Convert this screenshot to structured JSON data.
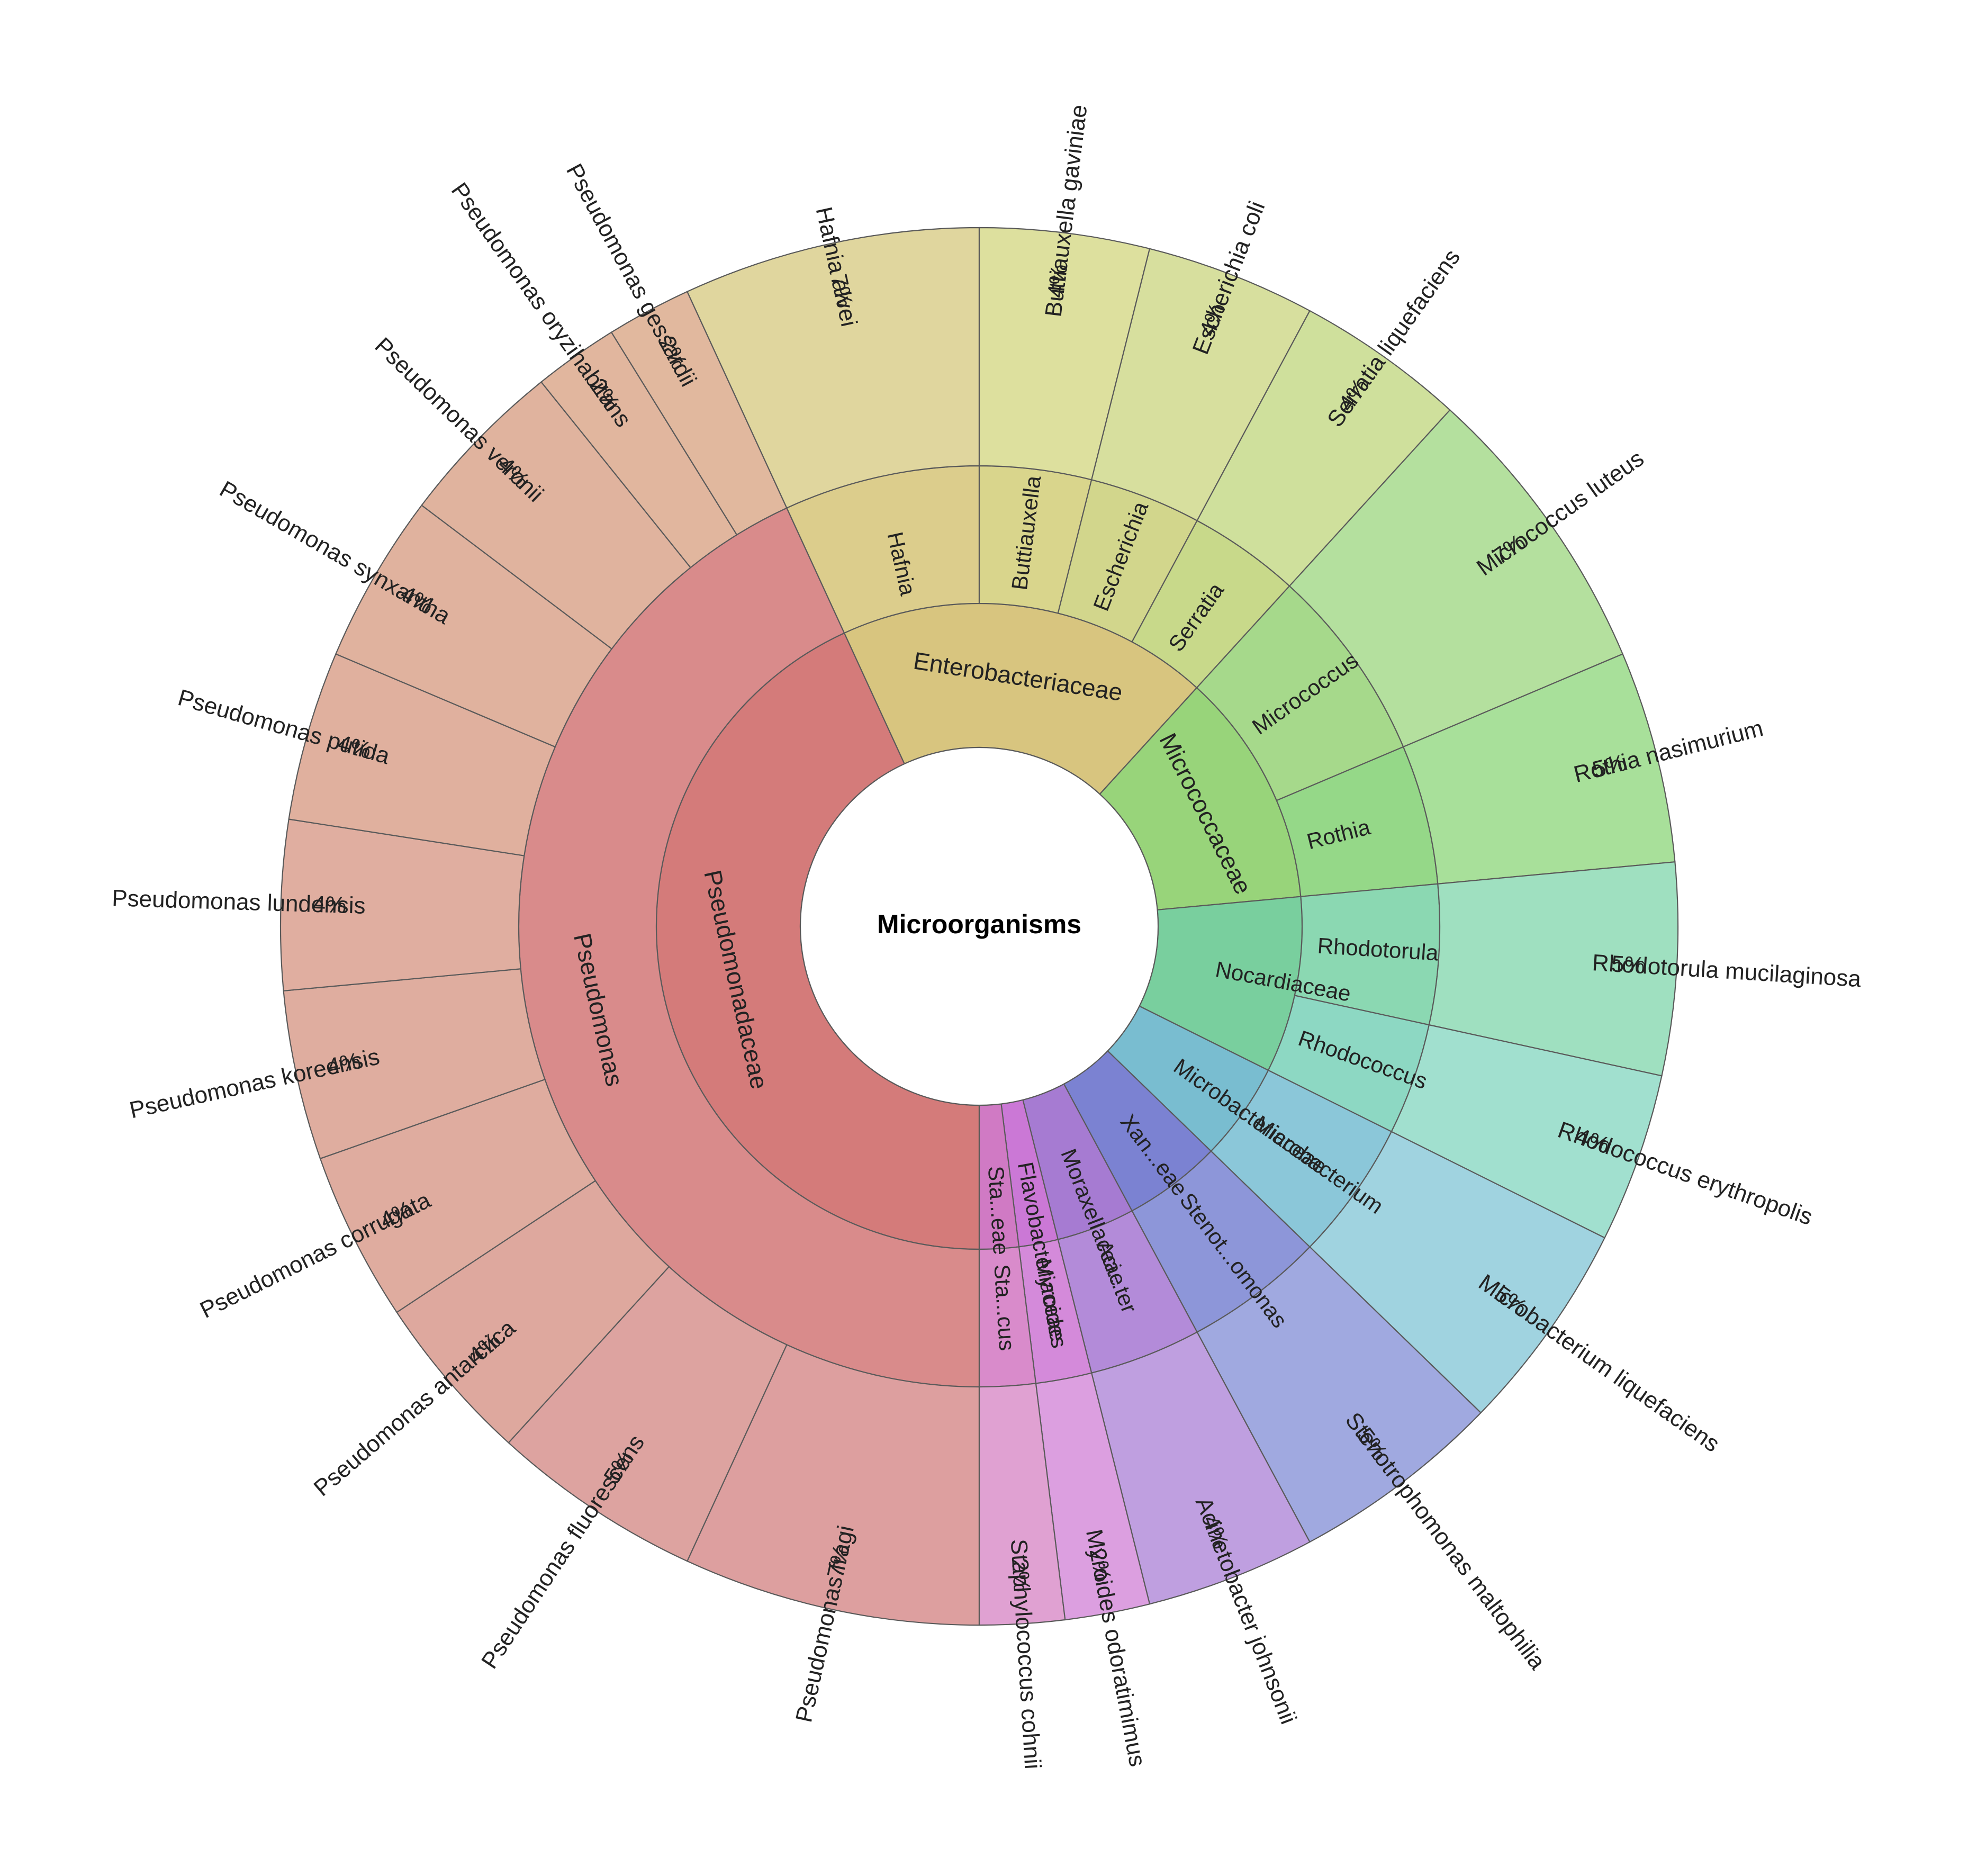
{
  "chart_data": {
    "type": "sunburst",
    "root": "Microorganisms",
    "families": [
      {
        "name": "Pseudomonadaceae",
        "genera": [
          {
            "name": "Pseudomonas",
            "species": [
              {
                "name": "Pseudomonas fragi",
                "value": 7
              },
              {
                "name": "Pseudomonas fluorescens",
                "value": 5
              },
              {
                "name": "Pseudomonas antarctica",
                "value": 4
              },
              {
                "name": "Pseudomonas corrugata",
                "value": 4
              },
              {
                "name": "Pseudomonas koreensis",
                "value": 4
              },
              {
                "name": "Pseudomonas lundensis",
                "value": 4
              },
              {
                "name": "Pseudomonas putida",
                "value": 4
              },
              {
                "name": "Pseudomonas synxantha",
                "value": 4
              },
              {
                "name": "Pseudomonas veronii",
                "value": 4
              },
              {
                "name": "Pseudomonas oryzihabitans",
                "value": 2
              },
              {
                "name": "Pseudomonas gessardii",
                "value": 2
              }
            ]
          }
        ]
      },
      {
        "name": "Enterobacteriaceae",
        "genera": [
          {
            "name": "Hafnia",
            "species": [
              {
                "name": "Hafnia alvei",
                "value": 7
              }
            ]
          },
          {
            "name": "Buttiauxella",
            "species": [
              {
                "name": "Buttiauxella gaviniae",
                "value": 4
              }
            ]
          },
          {
            "name": "Escherichia",
            "species": [
              {
                "name": "Escherichia coli",
                "value": 4
              }
            ]
          },
          {
            "name": "Serratia",
            "species": [
              {
                "name": "Serratia liquefaciens",
                "value": 4
              }
            ]
          }
        ]
      },
      {
        "name": "Micrococcaceae",
        "genera": [
          {
            "name": "Micrococcus",
            "species": [
              {
                "name": "Micrococcus luteus",
                "value": 7
              }
            ]
          },
          {
            "name": "Rothia",
            "species": [
              {
                "name": "Rothia nasimurium",
                "value": 5
              }
            ]
          }
        ]
      },
      {
        "name": "Nocardiaceae",
        "genera": [
          {
            "name": "Rhodotorula",
            "species": [
              {
                "name": "Rhodotorula mucilaginosa",
                "value": 5
              }
            ]
          },
          {
            "name": "Rhodococcus",
            "species": [
              {
                "name": "Rhodococcus erythropolis",
                "value": 4
              }
            ]
          }
        ]
      },
      {
        "name": "Microbacteriaceae",
        "genera": [
          {
            "name": "Microbacterium",
            "species": [
              {
                "name": "Microbacterium liquefaciens",
                "value": 5
              }
            ]
          }
        ]
      },
      {
        "name": "Xan...eae",
        "genera": [
          {
            "name": "Stenot...omonas",
            "species": [
              {
                "name": "Stenotrophomonas maltophilia",
                "value": 5
              }
            ]
          }
        ]
      },
      {
        "name": "Moraxellaceae",
        "genera": [
          {
            "name": "Aci...ter",
            "species": [
              {
                "name": "Acinetobacter johnsonii",
                "value": 4
              }
            ]
          }
        ]
      },
      {
        "name": "Flavobacteriaceae",
        "genera": [
          {
            "name": "Myroides",
            "species": [
              {
                "name": "Myroides odoratimimus",
                "value": 2
              }
            ]
          }
        ]
      },
      {
        "name": "Sta...eae",
        "genera": [
          {
            "name": "Sta...cus",
            "species": [
              {
                "name": "Staphylococcus cohnii",
                "value": 2
              }
            ]
          }
        ]
      }
    ],
    "value_suffix": "%",
    "colors": {
      "Pseudomonadaceae": "#d47b7a",
      "Pseudomonas": "#d98b8b",
      "Pseudomonas fragi": "#dd9f9f",
      "Pseudomonas fluorescens": "#dda3a0",
      "Pseudomonas antarctica": "#dea89e",
      "Pseudomonas corrugata": "#dfac9f",
      "Pseudomonas koreensis": "#dfad9f",
      "Pseudomonas lundensis": "#e0aea0",
      "Pseudomonas putida": "#e0b09e",
      "Pseudomonas synxantha": "#e0b29e",
      "Pseudomonas veronii": "#e0b39e",
      "Pseudomonas oryzihabitans": "#e1b69e",
      "Pseudomonas gessardii": "#e1b89e",
      "Enterobacteriaceae": "#d8c57f",
      "Hafnia": "#dccd8c",
      "Hafnia alvei": "#e0d69e",
      "Buttiauxella": "#d9d58c",
      "Buttiauxella gaviniae": "#dde09e",
      "Escherichia": "#d2d68c",
      "Escherichia coli": "#d7df9e",
      "Serratia": "#c8d98a",
      "Serratia liquefaciens": "#cfe09c",
      "Micrococcaceae": "#98d47a",
      "Micrococcus": "#a6d98b",
      "Micrococcus luteus": "#b4e09e",
      "Rothia": "#95d888",
      "Rothia nasimurium": "#a8e09a",
      "Nocardiaceae": "#79cf9e",
      "Rhodotorula": "#8bd8b2",
      "Rhodotorula mucilaginosa": "#9fe0c0",
      "Rhodococcus": "#8dd8c3",
      "Rhodococcus erythropolis": "#a1e0cf",
      "Microbacteriaceae": "#79bdd0",
      "Microbacterium": "#8bc7d9",
      "Microbacterium liquefaciens": "#a0d3e0",
      "Xan...eae": "#7b82d2",
      "Stenot...omonas": "#8d96d9",
      "Stenotrophomonas maltophilia": "#a0a9e0",
      "Moraxellaceae": "#a67bd2",
      "Aci...ter": "#b38bd9",
      "Acinetobacter johnsonii": "#bf9fe0",
      "Flavobacteriaceae": "#cb78d6",
      "Myroides": "#d48ada",
      "Myroides odoratimimus": "#dc9fe0",
      "Sta...eae": "#d07ac4",
      "Sta...cus": "#d98bcb",
      "Staphylococcus cohnii": "#e0a1d2"
    }
  }
}
